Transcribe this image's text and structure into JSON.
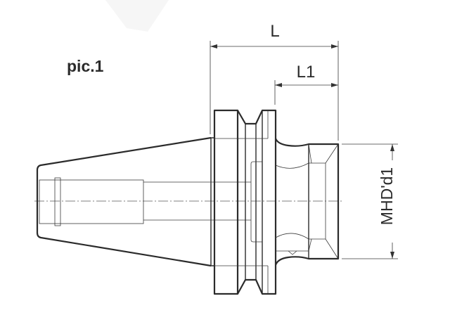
{
  "figure": {
    "caption": "pic.1",
    "dimensions": {
      "overall_length": "L",
      "bore_length": "L1",
      "bore_diameter": "MHD'd1"
    }
  }
}
